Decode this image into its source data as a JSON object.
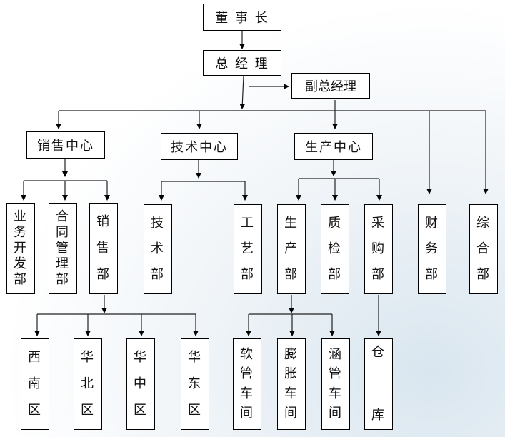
{
  "nodes": {
    "chairman": "董 事 长",
    "gm": "总 经 理",
    "vgm": "副总经理",
    "sales_center": "销售中心",
    "tech_center": "技术中心",
    "prod_center": "生产中心",
    "biz_dev": [
      "业",
      "务",
      "开",
      "发",
      "部"
    ],
    "contract_mgmt": [
      "合",
      "同",
      "管",
      "理",
      "部"
    ],
    "sales_dept": [
      "销",
      "售",
      "部"
    ],
    "tech_dept": [
      "技",
      "术",
      "部"
    ],
    "craft_dept": [
      "工",
      "艺",
      "部"
    ],
    "prod_dept": [
      "生",
      "产",
      "部"
    ],
    "qc_dept": [
      "质",
      "检",
      "部"
    ],
    "purchase_dept": [
      "采",
      "购",
      "部"
    ],
    "finance_dept": [
      "财",
      "务",
      "部"
    ],
    "general_dept": [
      "综",
      "合",
      "部"
    ],
    "southwest": [
      "西",
      "南",
      "区"
    ],
    "north": [
      "华",
      "北",
      "区"
    ],
    "central": [
      "华",
      "中",
      "区"
    ],
    "east": [
      "华",
      "东",
      "区"
    ],
    "soft_pipe": [
      "软",
      "管",
      "车",
      "间"
    ],
    "expand_pipe": [
      "膨",
      "胀",
      "车",
      "间"
    ],
    "culvert_pipe": [
      "涵",
      "管",
      "车",
      "间"
    ],
    "warehouse": [
      "仓",
      "库"
    ]
  }
}
